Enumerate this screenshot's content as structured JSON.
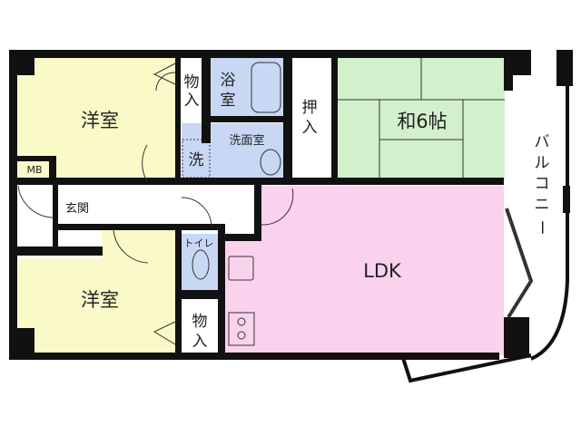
{
  "rooms": {
    "western_room_upper": "洋室",
    "western_room_lower": "洋室",
    "storage_upper": [
      "物",
      "入"
    ],
    "storage_lower": [
      "物",
      "入"
    ],
    "bathroom": [
      "浴",
      "室"
    ],
    "washroom": "洗面室",
    "washer": "洗",
    "closet": [
      "押",
      "入"
    ],
    "japanese_room": "和6帖",
    "meter_box": "MB",
    "entrance": "玄関",
    "toilet": "トイレ",
    "ldk": "LDK",
    "balcony": [
      "バ",
      "ル",
      "コ",
      "ニ",
      "ー"
    ]
  },
  "colors": {
    "western_room": "#fafac8",
    "wet_area": "#c8d8f4",
    "japanese_room": "#d2f0cc",
    "ldk": "#fbd2ee",
    "wall": "#111111"
  }
}
